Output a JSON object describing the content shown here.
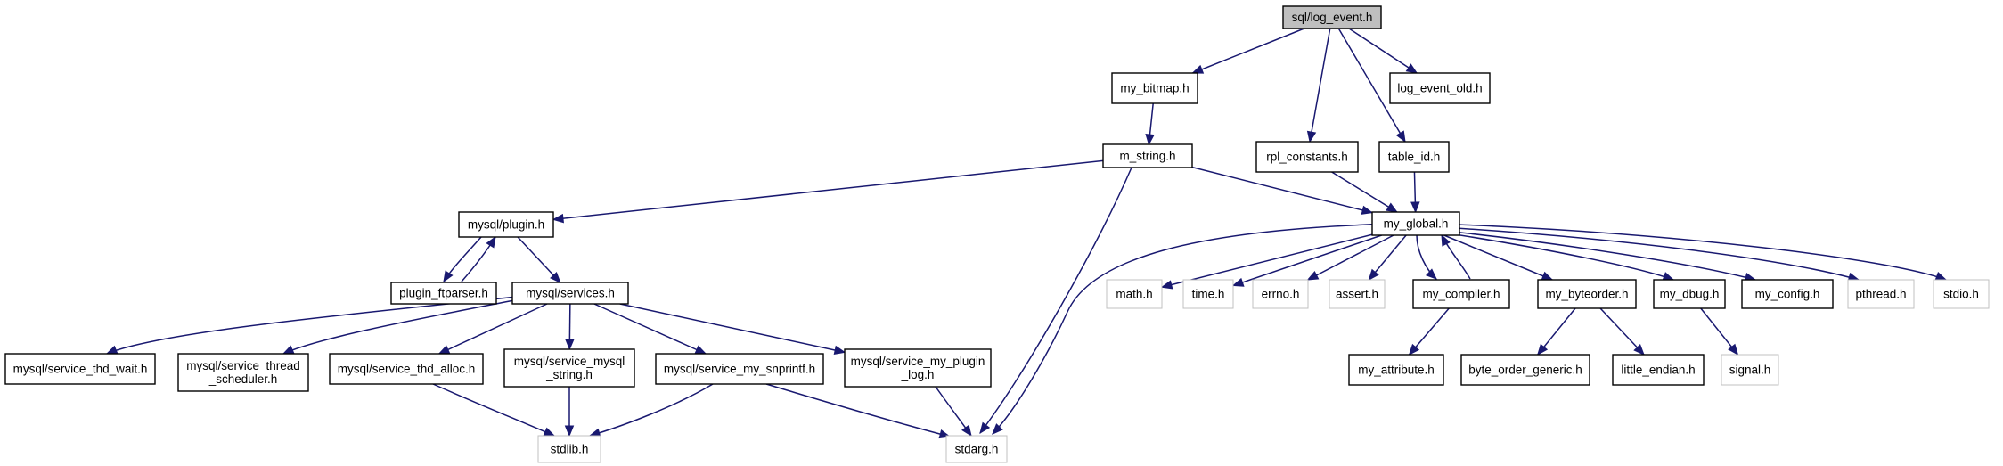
{
  "graph": {
    "nodes": [
      {
        "id": "log_event",
        "lines": [
          "sql/log_event.h"
        ],
        "kind": "root"
      },
      {
        "id": "my_bitmap",
        "lines": [
          "my_bitmap.h"
        ],
        "kind": "normal"
      },
      {
        "id": "log_event_old",
        "lines": [
          "log_event_old.h"
        ],
        "kind": "normal"
      },
      {
        "id": "m_string",
        "lines": [
          "m_string.h"
        ],
        "kind": "normal"
      },
      {
        "id": "rpl_constants",
        "lines": [
          "rpl_constants.h"
        ],
        "kind": "normal"
      },
      {
        "id": "table_id",
        "lines": [
          "table_id.h"
        ],
        "kind": "normal"
      },
      {
        "id": "plugin",
        "lines": [
          "mysql/plugin.h"
        ],
        "kind": "normal"
      },
      {
        "id": "my_global",
        "lines": [
          "my_global.h"
        ],
        "kind": "normal"
      },
      {
        "id": "plugin_ftparser",
        "lines": [
          "plugin_ftparser.h"
        ],
        "kind": "normal"
      },
      {
        "id": "services",
        "lines": [
          "mysql/services.h"
        ],
        "kind": "normal"
      },
      {
        "id": "math",
        "lines": [
          "math.h"
        ],
        "kind": "system"
      },
      {
        "id": "time",
        "lines": [
          "time.h"
        ],
        "kind": "system"
      },
      {
        "id": "errno",
        "lines": [
          "errno.h"
        ],
        "kind": "system"
      },
      {
        "id": "assert",
        "lines": [
          "assert.h"
        ],
        "kind": "system"
      },
      {
        "id": "my_compiler",
        "lines": [
          "my_compiler.h"
        ],
        "kind": "normal"
      },
      {
        "id": "my_byteorder",
        "lines": [
          "my_byteorder.h"
        ],
        "kind": "normal"
      },
      {
        "id": "my_dbug",
        "lines": [
          "my_dbug.h"
        ],
        "kind": "normal"
      },
      {
        "id": "my_config",
        "lines": [
          "my_config.h"
        ],
        "kind": "normal"
      },
      {
        "id": "pthread",
        "lines": [
          "pthread.h"
        ],
        "kind": "system"
      },
      {
        "id": "stdio",
        "lines": [
          "stdio.h"
        ],
        "kind": "system"
      },
      {
        "id": "svc_thd_wait",
        "lines": [
          "mysql/service_thd_wait.h"
        ],
        "kind": "normal"
      },
      {
        "id": "svc_thread_sched",
        "lines": [
          "mysql/service_thread",
          "_scheduler.h"
        ],
        "kind": "normal"
      },
      {
        "id": "svc_thd_alloc",
        "lines": [
          "mysql/service_thd_alloc.h"
        ],
        "kind": "normal"
      },
      {
        "id": "svc_mysql_string",
        "lines": [
          "mysql/service_mysql",
          "_string.h"
        ],
        "kind": "normal"
      },
      {
        "id": "svc_my_snprintf",
        "lines": [
          "mysql/service_my_snprintf.h"
        ],
        "kind": "normal"
      },
      {
        "id": "svc_my_plugin_log",
        "lines": [
          "mysql/service_my_plugin",
          "_log.h"
        ],
        "kind": "normal"
      },
      {
        "id": "my_attribute",
        "lines": [
          "my_attribute.h"
        ],
        "kind": "normal"
      },
      {
        "id": "byte_order_generic",
        "lines": [
          "byte_order_generic.h"
        ],
        "kind": "normal"
      },
      {
        "id": "little_endian",
        "lines": [
          "little_endian.h"
        ],
        "kind": "normal"
      },
      {
        "id": "signal",
        "lines": [
          "signal.h"
        ],
        "kind": "system"
      },
      {
        "id": "stdlib",
        "lines": [
          "stdlib.h"
        ],
        "kind": "system"
      },
      {
        "id": "stdarg",
        "lines": [
          "stdarg.h"
        ],
        "kind": "system"
      }
    ],
    "edges": [
      [
        "log_event",
        "my_bitmap"
      ],
      [
        "log_event",
        "rpl_constants"
      ],
      [
        "log_event",
        "table_id"
      ],
      [
        "log_event",
        "log_event_old"
      ],
      [
        "my_bitmap",
        "m_string"
      ],
      [
        "m_string",
        "plugin"
      ],
      [
        "m_string",
        "my_global"
      ],
      [
        "m_string",
        "stdarg"
      ],
      [
        "rpl_constants",
        "my_global"
      ],
      [
        "table_id",
        "my_global"
      ],
      [
        "plugin",
        "plugin_ftparser"
      ],
      [
        "plugin_ftparser",
        "plugin"
      ],
      [
        "plugin",
        "services"
      ],
      [
        "services",
        "svc_thd_wait"
      ],
      [
        "services",
        "svc_thread_sched"
      ],
      [
        "services",
        "svc_thd_alloc"
      ],
      [
        "services",
        "svc_mysql_string"
      ],
      [
        "services",
        "svc_my_snprintf"
      ],
      [
        "services",
        "svc_my_plugin_log"
      ],
      [
        "svc_thd_alloc",
        "stdlib"
      ],
      [
        "svc_mysql_string",
        "stdlib"
      ],
      [
        "svc_my_snprintf",
        "stdlib"
      ],
      [
        "svc_my_snprintf",
        "stdarg"
      ],
      [
        "svc_my_plugin_log",
        "stdarg"
      ],
      [
        "my_global",
        "stdarg"
      ],
      [
        "my_global",
        "math"
      ],
      [
        "my_global",
        "time"
      ],
      [
        "my_global",
        "errno"
      ],
      [
        "my_global",
        "assert"
      ],
      [
        "my_global",
        "my_compiler"
      ],
      [
        "my_compiler",
        "my_global"
      ],
      [
        "my_global",
        "my_byteorder"
      ],
      [
        "my_global",
        "my_dbug"
      ],
      [
        "my_global",
        "my_config"
      ],
      [
        "my_global",
        "pthread"
      ],
      [
        "my_global",
        "stdio"
      ],
      [
        "my_compiler",
        "my_attribute"
      ],
      [
        "my_byteorder",
        "byte_order_generic"
      ],
      [
        "my_byteorder",
        "little_endian"
      ],
      [
        "my_dbug",
        "signal"
      ]
    ]
  }
}
